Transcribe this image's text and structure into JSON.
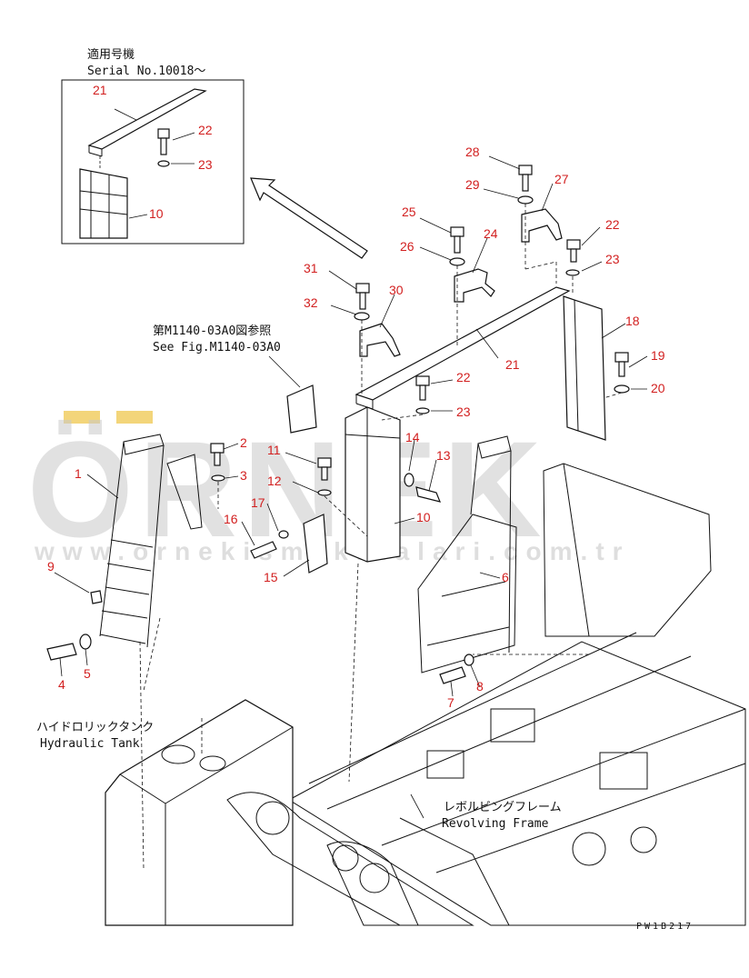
{
  "inset": {
    "title_jp": "適用号機",
    "serial": "Serial No.10018〜"
  },
  "refs": {
    "see_fig_jp": "第M1140-03A0図参照",
    "see_fig_en": "See Fig.M1140-03A0",
    "hydraulic_jp": "ハイドロリックタンク",
    "hydraulic_en": "Hydraulic Tank",
    "revolving_jp": "レボルビングフレーム",
    "revolving_en": "Revolving Frame"
  },
  "drawing_code": "PW1B217",
  "watermark": {
    "word": "ÖRNEK",
    "url": "www.ornekismakinalari.com.tr"
  },
  "colors": {
    "callout": "#d21f1f",
    "line": "#111111",
    "watermark_gray": "#c9c9c9",
    "watermark_yellow": "#f3d57a"
  },
  "callouts": [
    {
      "id": "c21a",
      "label": "21"
    },
    {
      "id": "c22a",
      "label": "22"
    },
    {
      "id": "c23a",
      "label": "23"
    },
    {
      "id": "c10a",
      "label": "10"
    },
    {
      "id": "c28",
      "label": "28"
    },
    {
      "id": "c29",
      "label": "29"
    },
    {
      "id": "c27",
      "label": "27"
    },
    {
      "id": "c25",
      "label": "25"
    },
    {
      "id": "c24",
      "label": "24"
    },
    {
      "id": "c26",
      "label": "26"
    },
    {
      "id": "c22b",
      "label": "22"
    },
    {
      "id": "c23b",
      "label": "23"
    },
    {
      "id": "c31",
      "label": "31"
    },
    {
      "id": "c30",
      "label": "30"
    },
    {
      "id": "c32",
      "label": "32"
    },
    {
      "id": "c18",
      "label": "18"
    },
    {
      "id": "c19",
      "label": "19"
    },
    {
      "id": "c20",
      "label": "20"
    },
    {
      "id": "c21b",
      "label": "21"
    },
    {
      "id": "c22c",
      "label": "22"
    },
    {
      "id": "c23c",
      "label": "23"
    },
    {
      "id": "c14",
      "label": "14"
    },
    {
      "id": "c13",
      "label": "13"
    },
    {
      "id": "c2",
      "label": "2"
    },
    {
      "id": "c11",
      "label": "11"
    },
    {
      "id": "c1",
      "label": "1"
    },
    {
      "id": "c3",
      "label": "3"
    },
    {
      "id": "c12",
      "label": "12"
    },
    {
      "id": "c17",
      "label": "17"
    },
    {
      "id": "c16",
      "label": "16"
    },
    {
      "id": "c10b",
      "label": "10"
    },
    {
      "id": "c15",
      "label": "15"
    },
    {
      "id": "c9",
      "label": "9"
    },
    {
      "id": "c6",
      "label": "6"
    },
    {
      "id": "c4",
      "label": "4"
    },
    {
      "id": "c5",
      "label": "5"
    },
    {
      "id": "c8",
      "label": "8"
    },
    {
      "id": "c7",
      "label": "7"
    }
  ]
}
